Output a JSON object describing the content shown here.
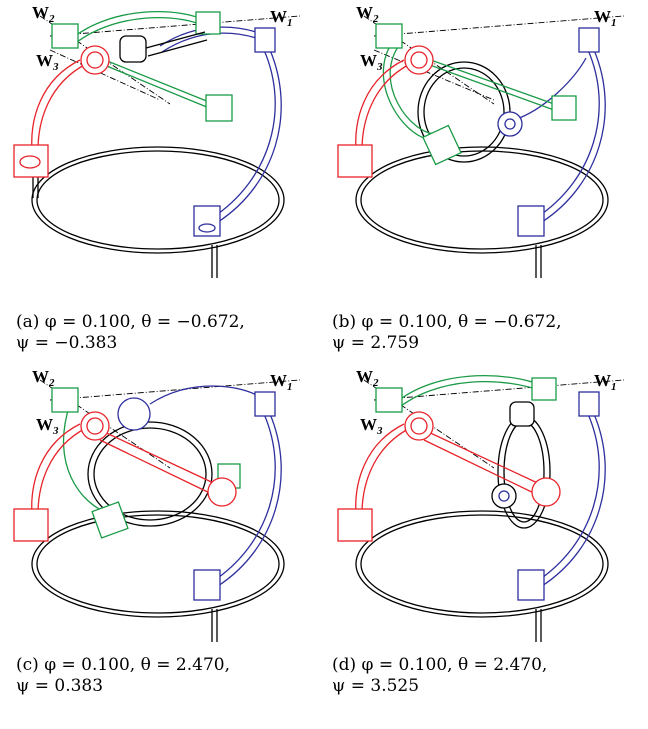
{
  "colors": {
    "red": "#e8232a",
    "green": "#1a9a46",
    "blue": "#2e2e9e",
    "black": "#000000"
  },
  "axes": {
    "w1": {
      "letter": "W",
      "sub": "1"
    },
    "w2": {
      "letter": "W",
      "sub": "2"
    },
    "w3": {
      "letter": "W",
      "sub": "3"
    }
  },
  "panels": [
    {
      "label": "(a)",
      "line1": "(a) φ = 0.100, θ = −0.672,",
      "line2": "ψ = −0.383"
    },
    {
      "label": "(b)",
      "line1": "(b) φ = 0.100, θ = −0.672,",
      "line2": "ψ = 2.759"
    },
    {
      "label": "(c)",
      "line1": "(c) φ = 0.100, θ = 2.470,",
      "line2": "ψ = 0.383"
    },
    {
      "label": "(d)",
      "line1": "(d) φ = 0.100, θ = 2.470,",
      "line2": "ψ = 3.525"
    }
  ]
}
